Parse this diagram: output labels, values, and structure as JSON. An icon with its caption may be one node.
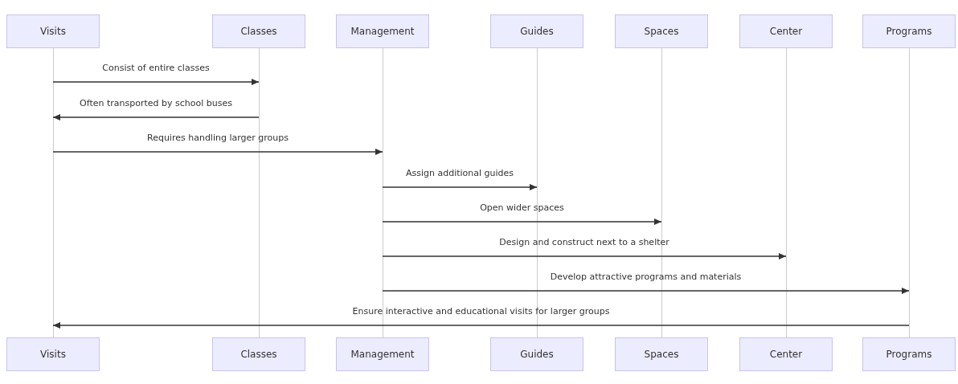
{
  "diagram": {
    "nodes": [
      {
        "text": [
          "Visits"
        ]
      },
      {
        "text": [
          "Classes"
        ]
      },
      {
        "text": [
          "Management"
        ]
      },
      {
        "text": [
          "Guides"
        ]
      },
      {
        "text": [
          "Spaces"
        ]
      },
      {
        "text": [
          "Center"
        ]
      },
      {
        "text": [
          "Programs"
        ]
      },
      {
        "text": [],
        "shape": "line"
      },
      {
        "text": [],
        "shape": "line"
      },
      {
        "text": [],
        "shape": "line"
      },
      {
        "text": [],
        "shape": "line"
      },
      {
        "text": [],
        "shape": "line"
      },
      {
        "text": [],
        "shape": "line"
      },
      {
        "text": [],
        "shape": "line"
      },
      {
        "text": [
          "Visits"
        ]
      },
      {
        "text": [
          "Classes"
        ]
      },
      {
        "text": [
          "Management"
        ]
      },
      {
        "text": [
          "Guides"
        ]
      },
      {
        "text": [
          "Spaces"
        ]
      },
      {
        "text": [
          "Center"
        ]
      },
      {
        "text": [
          "Programs"
        ]
      }
    ],
    "edges": [
      {
        "from": 7,
        "to": 8,
        "arrow": "to",
        "label": "Consist of entire classes"
      },
      {
        "from": 8,
        "to": 7,
        "arrow": "to",
        "label": "Often transported by school buses"
      },
      {
        "from": 7,
        "to": 9,
        "arrow": "to",
        "label": "Requires handling larger groups"
      },
      {
        "from": 9,
        "to": 10,
        "arrow": "to",
        "label": "Assign additional guides"
      },
      {
        "from": 9,
        "to": 11,
        "arrow": "to",
        "label": "Open wider spaces"
      },
      {
        "from": 9,
        "to": 12,
        "arrow": "to",
        "label": "Design and construct next to a shelter"
      },
      {
        "from": 9,
        "to": 13,
        "arrow": "to",
        "label": "Develop attractive programs and materials"
      },
      {
        "from": 13,
        "to": 7,
        "arrow": "to",
        "label": "Ensure interactive and educational visits for larger groups"
      }
    ]
  }
}
